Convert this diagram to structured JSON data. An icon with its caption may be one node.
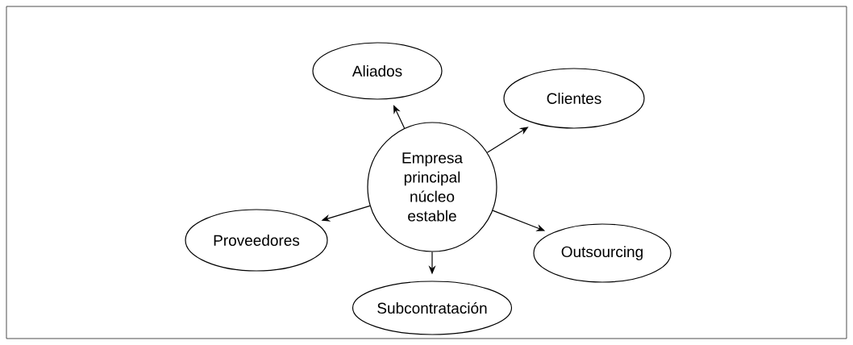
{
  "diagram": {
    "nodes": [
      {
        "text": [
          "Empresa principal núcleo estable"
        ]
      },
      {
        "text": [
          "Aliados"
        ]
      },
      {
        "text": [
          "Clientes"
        ]
      },
      {
        "text": [
          "Proveedores"
        ]
      },
      {
        "text": [
          "Outsourcing"
        ]
      },
      {
        "text": [
          "Subcontratación"
        ]
      }
    ],
    "edges": [
      {
        "from": 0,
        "to": 1,
        "arrow": "to"
      },
      {
        "from": 0,
        "to": 2,
        "arrow": "to"
      },
      {
        "from": 0,
        "to": 3,
        "arrow": "to"
      },
      {
        "from": 0,
        "to": 4,
        "arrow": "to"
      },
      {
        "from": 0,
        "to": 5,
        "arrow": "to"
      }
    ]
  }
}
